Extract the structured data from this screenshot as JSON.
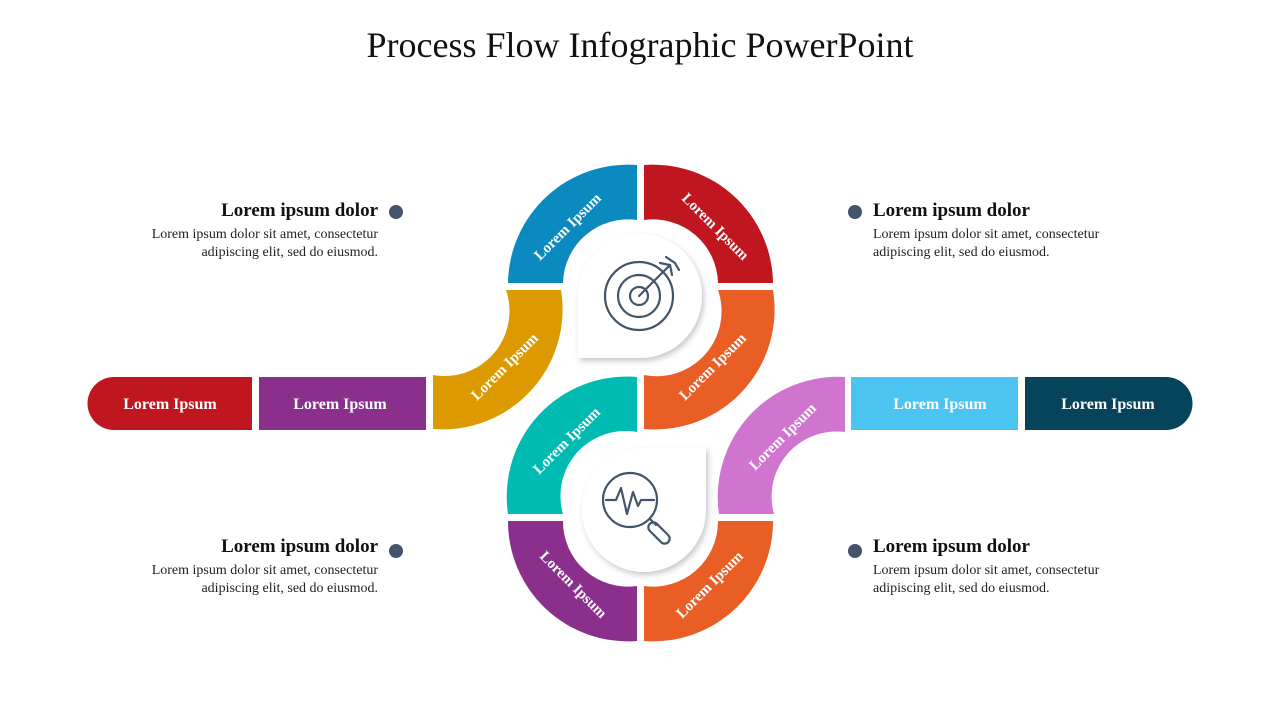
{
  "title": "Process Flow Infographic PowerPoint",
  "notes": [
    {
      "heading": "Lorem ipsum dolor",
      "body": "Lorem ipsum dolor sit amet, consectetur adipiscing elit, sed do eiusmod."
    },
    {
      "heading": "Lorem ipsum dolor",
      "body": "Lorem ipsum dolor sit amet, consectetur adipiscing elit, sed do eiusmod."
    },
    {
      "heading": "Lorem ipsum dolor",
      "body": "Lorem ipsum dolor sit amet, consectetur adipiscing elit, sed do eiusmod."
    },
    {
      "heading": "Lorem ipsum dolor",
      "body": "Lorem ipsum dolor sit amet, consectetur adipiscing elit, sed do eiusmod."
    }
  ],
  "bars": [
    {
      "label": "Lorem Ipsum",
      "color": "#c0161f"
    },
    {
      "label": "Lorem Ipsum",
      "color": "#8a2f8c"
    },
    {
      "label": "Lorem Ipsum",
      "color": "#4cc4f2"
    },
    {
      "label": "Lorem Ipsum",
      "color": "#06445c"
    }
  ],
  "arcs": [
    {
      "label": "Lorem Ipsum",
      "color": "#0b8ac0"
    },
    {
      "label": "Lorem Ipsum",
      "color": "#c0161f"
    },
    {
      "label": "Lorem Ipsum",
      "color": "#dd9a00"
    },
    {
      "label": "Lorem Ipsum",
      "color": "#e85e24"
    },
    {
      "label": "Lorem Ipsum",
      "color": "#00bbb2"
    },
    {
      "label": "Lorem Ipsum",
      "color": "#cf74cf"
    },
    {
      "label": "Lorem Ipsum",
      "color": "#8a2f8c"
    },
    {
      "label": "Lorem Ipsum",
      "color": "#e85e24"
    }
  ],
  "icons": {
    "top": "target-icon",
    "bottom": "search-analytics-icon"
  },
  "colors": {
    "dot": "#44546a",
    "icon_stroke": "#44546a"
  }
}
